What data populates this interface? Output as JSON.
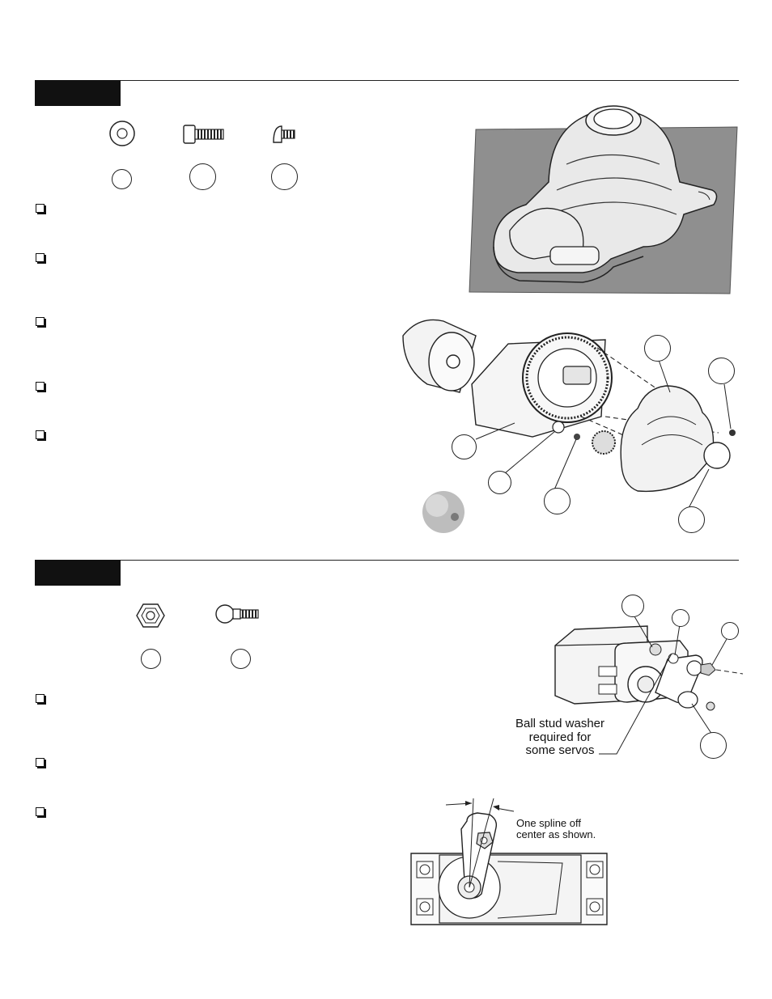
{
  "sections": [
    {
      "id": "step-upper",
      "parts": [
        {
          "icon": "washer-icon"
        },
        {
          "icon": "socket-head-screw-icon"
        },
        {
          "icon": "button-head-screw-icon"
        }
      ],
      "checklist_count": 5,
      "figures": [
        {
          "icon": "gear-cover-photo-icon"
        },
        {
          "icon": "motor-transmission-exploded-icon"
        }
      ]
    },
    {
      "id": "step-lower",
      "parts": [
        {
          "icon": "locknut-icon"
        },
        {
          "icon": "ball-stud-icon"
        }
      ],
      "checklist_count": 3,
      "figures": [
        {
          "icon": "servo-assembly-icon",
          "note": {
            "line1": "Ball stud washer",
            "line2": "required for",
            "line3": "some servos"
          }
        },
        {
          "icon": "servo-horn-alignment-icon",
          "note": {
            "line1": "One spline off",
            "line2": "center as shown."
          }
        }
      ]
    }
  ]
}
